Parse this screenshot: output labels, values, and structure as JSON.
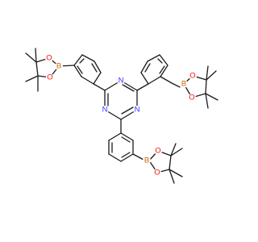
{
  "molecule": {
    "colors": {
      "bond": "#1a1a1a",
      "nitrogen": "#3333ff",
      "oxygen": "#ff0d0d",
      "boron": "#cc6600",
      "background": "#ffffff"
    },
    "atom_labels": {
      "n_top": "N",
      "n_left": "N",
      "n_right": "N",
      "b_left": "B",
      "o_left_a": "O",
      "o_left_b": "O",
      "b_right": "B",
      "o_right_a": "O",
      "o_right_b": "O",
      "b_bottom": "B",
      "o_bottom_a": "O",
      "o_bottom_b": "O"
    }
  }
}
